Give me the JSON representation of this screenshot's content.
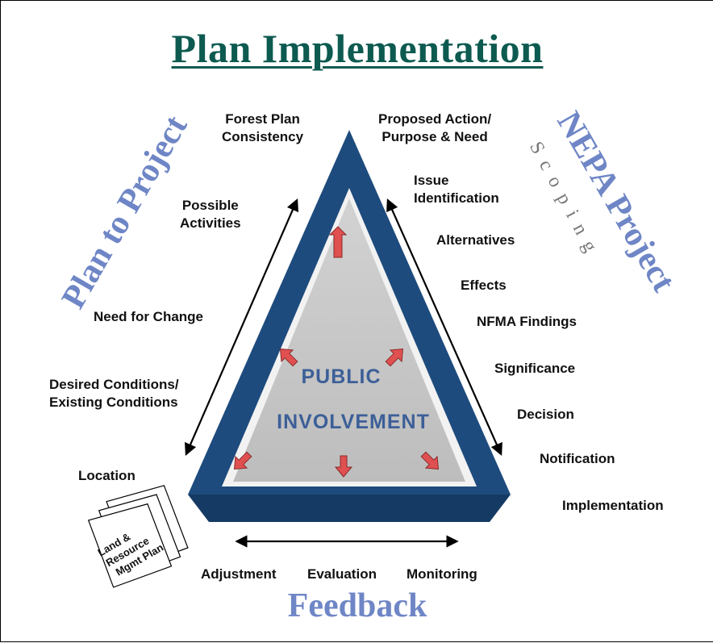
{
  "title": "Plan Implementation",
  "left_arc": "Plan to Project",
  "right_arc": "NEPA Project",
  "right_arc_sub": "Scoping",
  "bottom_label": "Feedback",
  "center": {
    "line1": "PUBLIC",
    "line2": "INVOLVEMENT"
  },
  "top_left": {
    "line1": "Forest Plan",
    "line2": "Consistency"
  },
  "left_items": [
    {
      "line1": "Possible",
      "line2": "Activities"
    },
    {
      "line1": "Need for Change"
    },
    {
      "line1": "Desired Conditions/",
      "line2": "Existing Conditions"
    },
    {
      "line1": "Location"
    }
  ],
  "right_items": [
    {
      "line1": "Proposed Action/",
      "line2": "Purpose & Need"
    },
    {
      "line1": "Issue",
      "line2": "Identification"
    },
    {
      "line1": "Alternatives"
    },
    {
      "line1": "Effects"
    },
    {
      "line1": "NFMA Findings"
    },
    {
      "line1": "Significance"
    },
    {
      "line1": "Decision"
    },
    {
      "line1": "Notification"
    },
    {
      "line1": "Implementation"
    }
  ],
  "bottom_items": [
    "Adjustment",
    "Evaluation",
    "Monitoring"
  ],
  "document": {
    "line1": "Land &",
    "line2": "Resource",
    "line3": "Mgmt Plan"
  },
  "colors": {
    "title": "#0d5a50",
    "arc_text": "#6f86c6",
    "triangle_outer": "#1e4b7d",
    "triangle_inner": "#c8c8c8",
    "center_text": "#3c5f98",
    "arrow_fill": "#e05050"
  }
}
